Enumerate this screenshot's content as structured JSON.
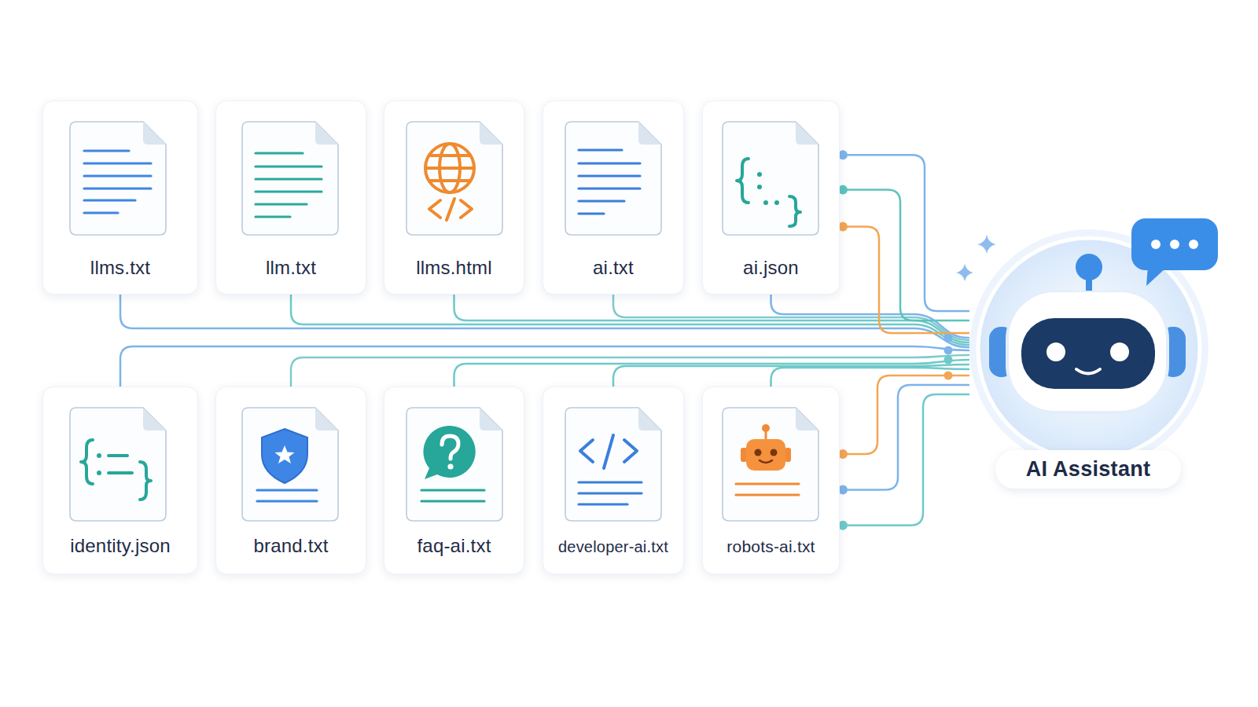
{
  "diagram": {
    "nodes": [
      {
        "text": [
          "llms.txt"
        ]
      },
      {
        "text": [
          "llm.txt"
        ]
      },
      {
        "text": [
          "llms.html"
        ]
      },
      {
        "text": [
          "ai.txt"
        ]
      },
      {
        "text": [
          "ai.json"
        ]
      },
      {
        "text": [
          "identity.json"
        ]
      },
      {
        "text": [
          "brand.txt"
        ]
      },
      {
        "text": [
          "faq-ai.txt"
        ]
      },
      {
        "text": [
          "developer-ai.txt"
        ]
      },
      {
        "text": [
          "robots-ai.txt"
        ]
      },
      {
        "text": [
          "AI Assistant"
        ]
      }
    ],
    "edges": [
      {
        "from": 0,
        "to": 10,
        "arrow": "none"
      },
      {
        "from": 1,
        "to": 10,
        "arrow": "none"
      },
      {
        "from": 2,
        "to": 10,
        "arrow": "none"
      },
      {
        "from": 3,
        "to": 10,
        "arrow": "none"
      },
      {
        "from": 4,
        "to": 10,
        "arrow": "none"
      },
      {
        "from": 4,
        "to": 10,
        "arrow": "none"
      },
      {
        "from": 4,
        "to": 10,
        "arrow": "none"
      },
      {
        "from": 4,
        "to": 10,
        "arrow": "none"
      },
      {
        "from": 5,
        "to": 10,
        "arrow": "none"
      },
      {
        "from": 6,
        "to": 10,
        "arrow": "none"
      },
      {
        "from": 7,
        "to": 10,
        "arrow": "none"
      },
      {
        "from": 8,
        "to": 10,
        "arrow": "none"
      },
      {
        "from": 9,
        "to": 10,
        "arrow": "none"
      },
      {
        "from": 9,
        "to": 10,
        "arrow": "none"
      },
      {
        "from": 9,
        "to": 10,
        "arrow": "none"
      },
      {
        "from": 9,
        "to": 10,
        "arrow": "none"
      }
    ]
  }
}
